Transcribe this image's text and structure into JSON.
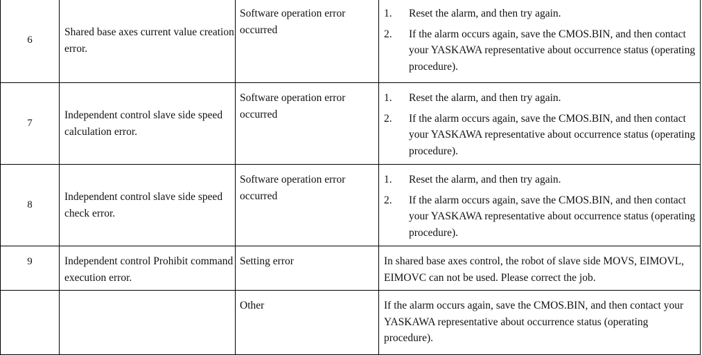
{
  "rows": [
    {
      "num": "6",
      "name": "Shared base axes current value creation error.",
      "cause": "Software operation error occurred",
      "remedy": [
        {
          "n": "1.",
          "text": "Reset the alarm, and then try again."
        },
        {
          "n": "2.",
          "text": "If the alarm occurs again, save the CMOS.BIN, and then contact your YASKAWA representative about occurrence status (operating procedure)."
        }
      ]
    },
    {
      "num": "7",
      "name": "Independent control slave side speed calculation error.",
      "cause": "Software operation error occurred",
      "remedy": [
        {
          "n": "1.",
          "text": "Reset the alarm, and then try again."
        },
        {
          "n": "2.",
          "text": "If the alarm occurs again, save the CMOS.BIN, and then contact your YASKAWA representative about occurrence status (operating procedure)."
        }
      ]
    },
    {
      "num": "8",
      "name": "Independent control slave side speed check error.",
      "cause": "Software operation error occurred",
      "remedy": [
        {
          "n": "1.",
          "text": "Reset the alarm, and then try again."
        },
        {
          "n": "2.",
          "text": "If the alarm occurs again, save the CMOS.BIN, and then contact your YASKAWA representative about occurrence status (operating procedure)."
        }
      ]
    },
    {
      "num": "9",
      "name": "Independent control Prohibit command execution error.",
      "cause": "Setting error",
      "remedy_text": "In shared base axes control, the robot of slave side MOVS, EIMOVL, EIMOVC can not be used. Please correct the job."
    },
    {
      "num": "",
      "name": "",
      "cause": "Other",
      "remedy_text": "If the alarm occurs again, save the CMOS.BIN, and then contact your YASKAWA representative about occurrence status (operating procedure)."
    }
  ]
}
